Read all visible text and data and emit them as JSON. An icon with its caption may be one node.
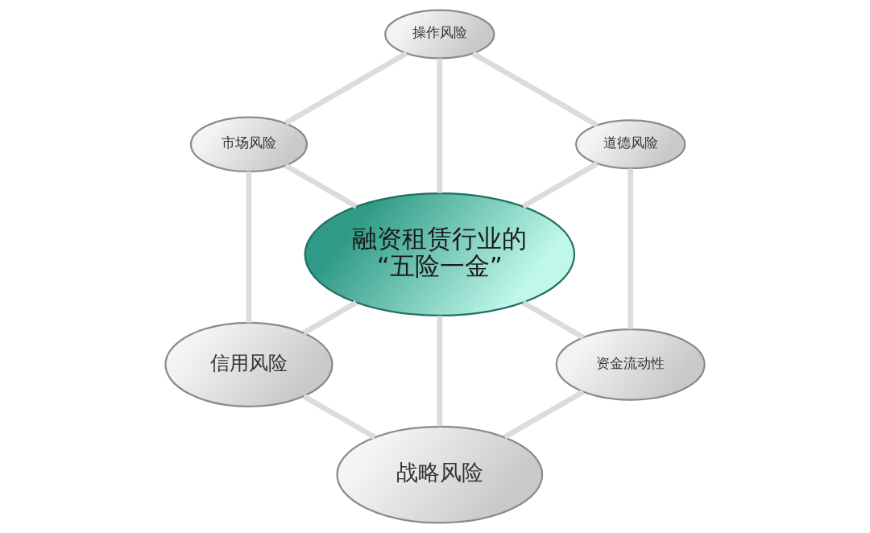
{
  "diagram": {
    "nodes": [
      {
        "text": [
          "融资租赁行业的“五险一金”"
        ]
      },
      {
        "text": [
          "操作风险"
        ]
      },
      {
        "text": [
          "道德风险"
        ]
      },
      {
        "text": [
          "资金流动性"
        ]
      },
      {
        "text": [
          "战略风险"
        ]
      },
      {
        "text": [
          "信用风险"
        ]
      },
      {
        "text": [
          "市场风险"
        ]
      }
    ],
    "edges": [
      {
        "from": 0,
        "to": 1,
        "arrow": "none"
      },
      {
        "from": 0,
        "to": 2,
        "arrow": "none"
      },
      {
        "from": 0,
        "to": 3,
        "arrow": "none"
      },
      {
        "from": 0,
        "to": 4,
        "arrow": "none"
      },
      {
        "from": 0,
        "to": 5,
        "arrow": "none"
      },
      {
        "from": 0,
        "to": 6,
        "arrow": "none"
      },
      {
        "from": 1,
        "to": 2,
        "arrow": "none"
      },
      {
        "from": 2,
        "to": 3,
        "arrow": "none"
      },
      {
        "from": 3,
        "to": 4,
        "arrow": "none"
      },
      {
        "from": 4,
        "to": 5,
        "arrow": "none"
      },
      {
        "from": 5,
        "to": 6,
        "arrow": "none"
      },
      {
        "from": 6,
        "to": 1,
        "arrow": "none"
      }
    ]
  }
}
